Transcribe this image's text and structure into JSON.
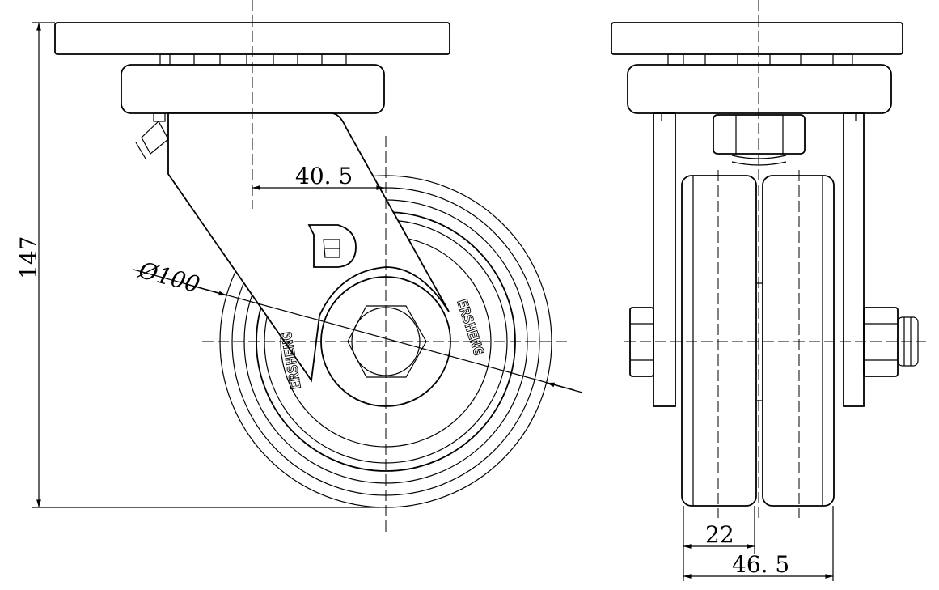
{
  "dimensions": {
    "height_total": "147",
    "offset": "40. 5",
    "wheel_diameter": "Ø100",
    "wheel_width": "22",
    "overall_width": "46. 5"
  },
  "branding": {
    "wheel_text": "ERSHENG",
    "logo_letter": "D"
  }
}
